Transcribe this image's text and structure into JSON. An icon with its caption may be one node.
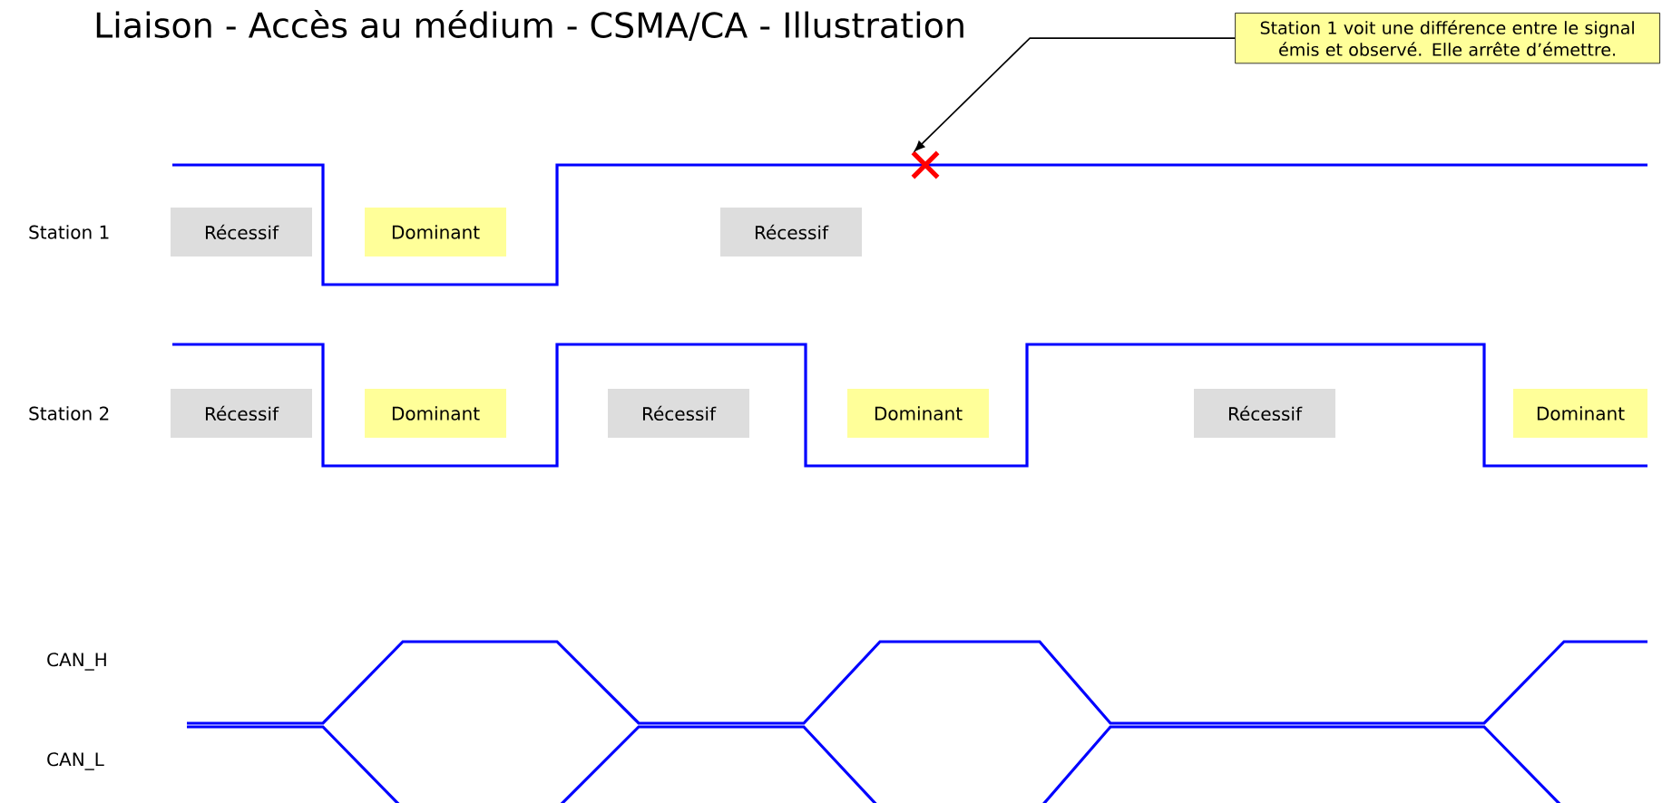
{
  "diagram": {
    "title": "Liaison - Accès au médium - CSMA/CA - Illustration",
    "nodes": [
      {
        "text": [
          "Station 1 voit une différence entre le signal émis et observé. Elle arrête d’émettre."
        ]
      },
      {
        "text": [],
        "shape": "cross"
      },
      {
        "text": [
          "Récessif"
        ]
      },
      {
        "text": [
          "Dominant"
        ]
      },
      {
        "text": [
          "Récessif"
        ]
      },
      {
        "text": [
          "Récessif"
        ]
      },
      {
        "text": [
          "Dominant"
        ]
      },
      {
        "text": [
          "Récessif"
        ]
      },
      {
        "text": [
          "Dominant"
        ]
      },
      {
        "text": [
          "Récessif"
        ]
      },
      {
        "text": [
          "Dominant"
        ]
      }
    ],
    "edges": [
      {
        "from": 0,
        "to": 1,
        "arrow": "to"
      }
    ],
    "labels": [
      "Station 1",
      "Station 2",
      "CAN_H",
      "CAN_L"
    ]
  }
}
